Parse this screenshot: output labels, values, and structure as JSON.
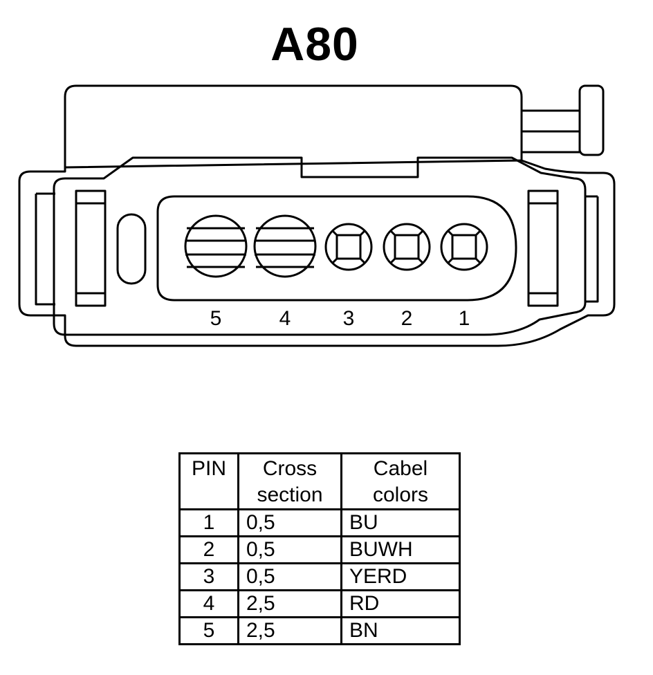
{
  "title": "A80",
  "connector": {
    "pin_labels": [
      "5",
      "4",
      "3",
      "2",
      "1"
    ]
  },
  "table": {
    "headers": {
      "pin": "PIN",
      "cross_section_line1": "Cross",
      "cross_section_line2": "section",
      "colors_line1": "Cabel",
      "colors_line2": "colors"
    },
    "rows": [
      {
        "pin": "1",
        "cross_section": "0,5",
        "color": "BU"
      },
      {
        "pin": "2",
        "cross_section": "0,5",
        "color": "BUWH"
      },
      {
        "pin": "3",
        "cross_section": "0,5",
        "color": "YERD"
      },
      {
        "pin": "4",
        "cross_section": "2,5",
        "color": "RD"
      },
      {
        "pin": "5",
        "cross_section": "2,5",
        "color": "BN"
      }
    ]
  }
}
